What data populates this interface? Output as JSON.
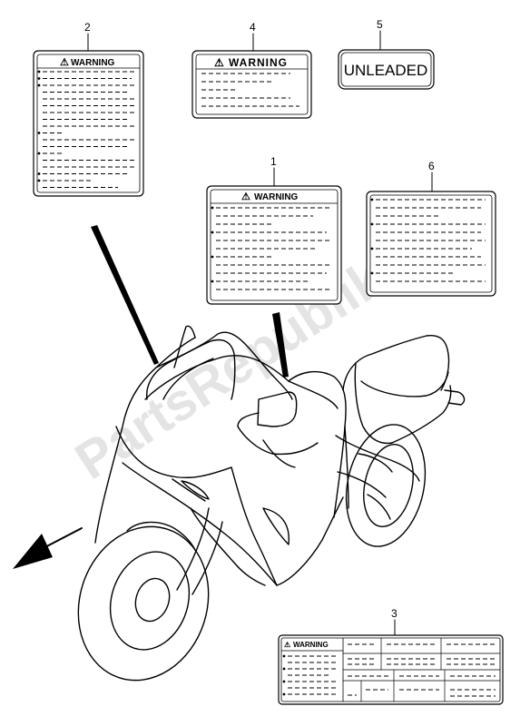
{
  "labels": [
    {
      "id": "1",
      "text": "WARNING"
    },
    {
      "id": "2",
      "text": "WARNING"
    },
    {
      "id": "3",
      "text": "WARNING"
    },
    {
      "id": "4",
      "text": "WARNING"
    },
    {
      "id": "5",
      "text": "UNLEADED"
    },
    {
      "id": "6",
      "text": ""
    }
  ],
  "callouts": [
    "1",
    "2",
    "3",
    "4",
    "5",
    "6"
  ],
  "watermark": "PartsRepublik",
  "warning_symbol": "⚠",
  "icons": {
    "direction_arrow": "front-arrow-icon",
    "gear": "gear-icon",
    "warning": "warning-triangle-icon"
  }
}
